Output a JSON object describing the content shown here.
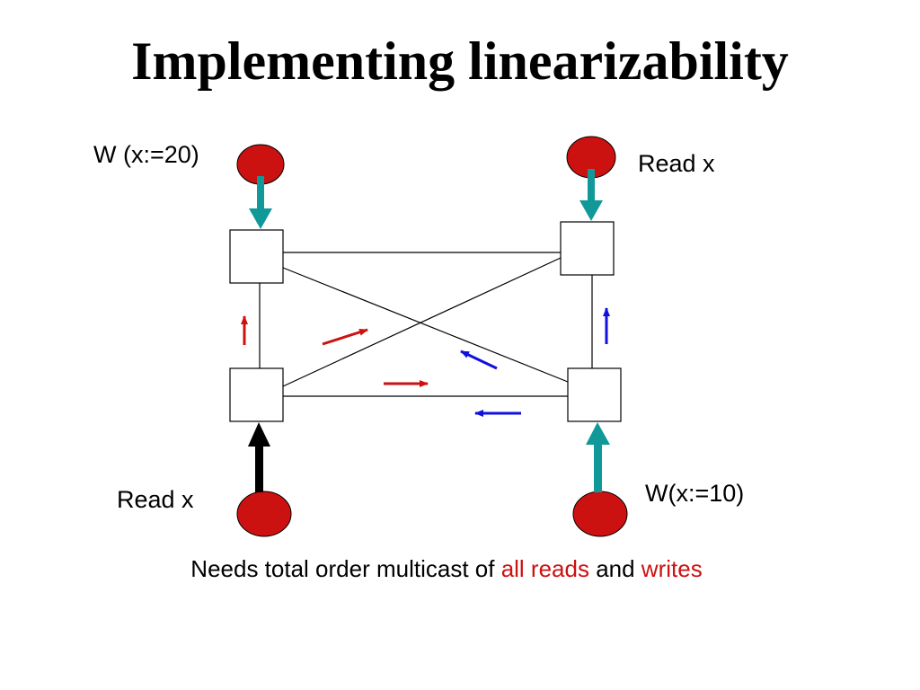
{
  "slide": {
    "title": "Implementing linearizability"
  },
  "labels": {
    "top_left": "W (x:=20)",
    "top_right": "Read x",
    "bottom_left": "Read x",
    "bottom_right": "W(x:=10)"
  },
  "caption": {
    "part1": "Needs total order multicast of ",
    "highlight1": "all reads",
    "part2": " and ",
    "highlight2": "writes"
  },
  "colors": {
    "client_fill": "#cc1111",
    "client_arrow": "#119999",
    "read_arrow": "#000000",
    "message_red": "#cc1111",
    "message_blue": "#1111dd",
    "highlight": "#cc1111"
  },
  "icons": {
    "client": "red-circle",
    "replica": "white-square"
  }
}
